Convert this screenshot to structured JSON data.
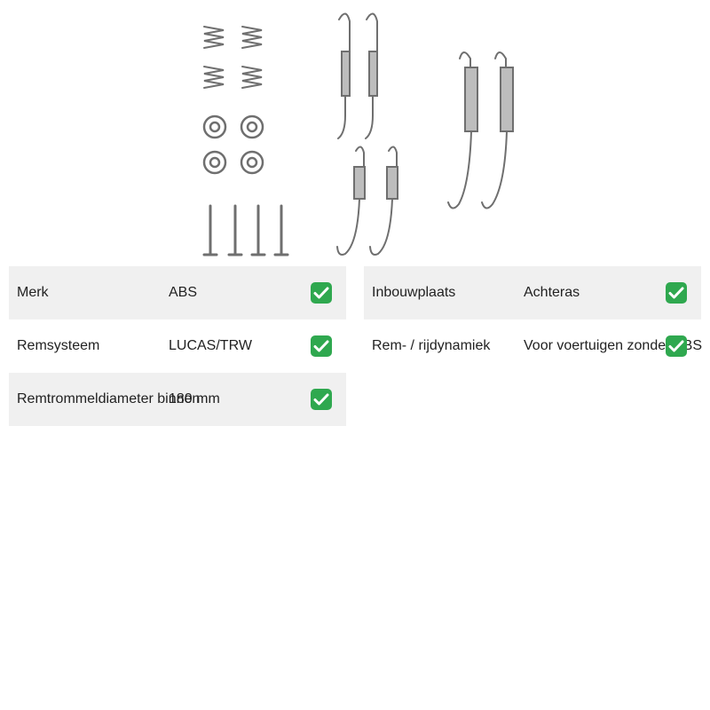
{
  "product_image": {
    "icon": "brake-shoe-accessory-kit-icon"
  },
  "specs_left": [
    {
      "label": "Merk",
      "value": "ABS",
      "status_icon": "check-icon"
    },
    {
      "label": "Remsysteem",
      "value": "LUCAS/TRW",
      "status_icon": "check-icon"
    },
    {
      "label": "Remtrommeldiameter binnen",
      "value": "180 mm",
      "status_icon": "check-icon"
    }
  ],
  "specs_right": [
    {
      "label": "Inbouwplaats",
      "value": "Achteras",
      "status_icon": "check-icon"
    },
    {
      "label": "Rem- / rijdynamiek",
      "value": "Voor voertuigen zonder ABS",
      "status_icon": "check-icon"
    }
  ],
  "colors": {
    "row_shade": "#f0f0f0",
    "check_green": "#2fa84f",
    "metal": "#8a8a8a"
  }
}
